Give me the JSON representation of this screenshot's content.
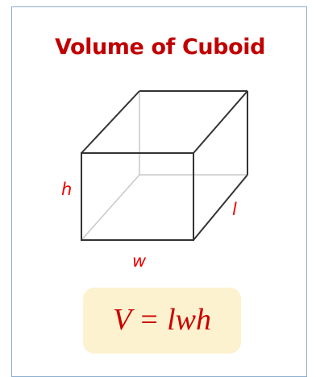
{
  "title": "Volume of Cuboid",
  "labels": {
    "height": "h",
    "width": "w",
    "length": "l"
  },
  "formula": "V = lwh",
  "colors": {
    "title": "#c00000",
    "labels": "#ee0000",
    "formula_text": "#cc0000",
    "formula_background": "#fdf2cf",
    "border": "#8eaecc",
    "visible_edges": "#333333",
    "hidden_edges": "#c8c8c8"
  }
}
